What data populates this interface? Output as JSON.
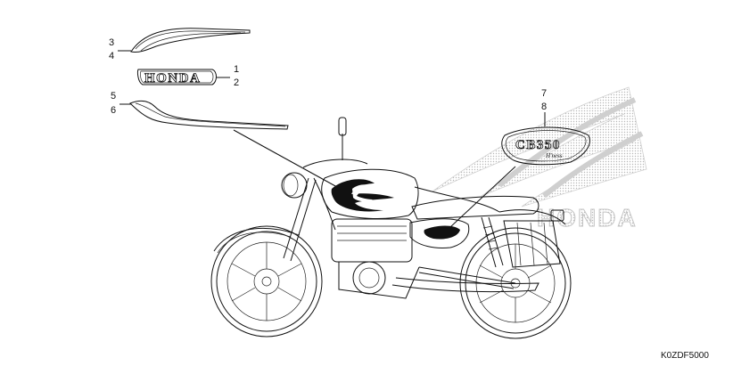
{
  "callouts": {
    "c1": "1",
    "c2": "2",
    "c3": "3",
    "c4": "4",
    "c5": "5",
    "c6": "6",
    "c7": "7",
    "c8": "8"
  },
  "emblem_honda": "HONDA",
  "emblem_tank": "CB350",
  "emblem_tank_script": "H'ness",
  "watermark_brand": "HONDA",
  "diagram_code": "K0ZDF5000",
  "colors": {
    "line": "#111111",
    "watermark": "#c8c8c8"
  }
}
